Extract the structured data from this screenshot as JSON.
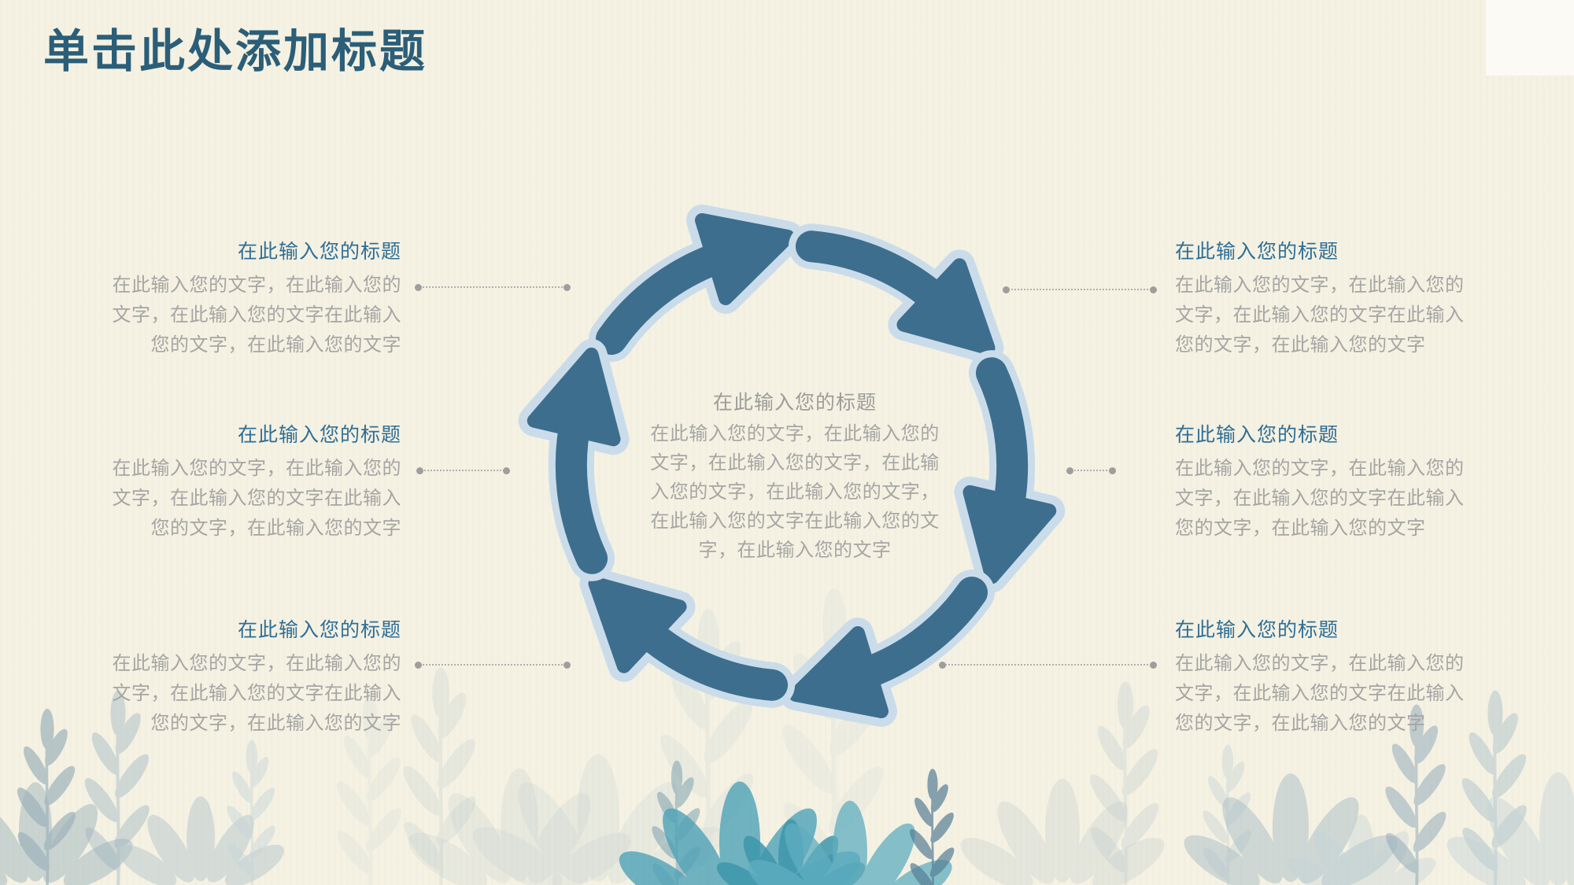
{
  "slide": {
    "title": "单击此处添加标题",
    "background_color": "#F5F2E3"
  },
  "cycle": {
    "center_title": "在此输入您的标题",
    "center_body": "在此输入您的文字，在此输入您的\n文字，在此输入您的文字，在此输\n入您的文字，在此输入您的文字，\n在此输入您的文字在此输入您的文\n字，在此输入您的文字",
    "arrow_count": 6,
    "direction": "clockwise",
    "arrow_color": "#3D6E8E",
    "arrow_outline_color": "#CADCEA"
  },
  "items": [
    {
      "position": "left-top",
      "title": "在此输入您的标题",
      "body": "在此输入您的文字，在此输入您的\n文字，在此输入您的文字在此输入\n您的文字，在此输入您的文字"
    },
    {
      "position": "left-middle",
      "title": "在此输入您的标题",
      "body": "在此输入您的文字，在此输入您的\n文字，在此输入您的文字在此输入\n您的文字，在此输入您的文字"
    },
    {
      "position": "left-bottom",
      "title": "在此输入您的标题",
      "body": "在此输入您的文字，在此输入您的\n文字，在此输入您的文字在此输入\n您的文字，在此输入您的文字"
    },
    {
      "position": "right-top",
      "title": "在此输入您的标题",
      "body": "在此输入您的文字，在此输入您的\n文字，在此输入您的文字在此输入\n您的文字，在此输入您的文字"
    },
    {
      "position": "right-middle",
      "title": "在此输入您的标题",
      "body": "在此输入您的文字，在此输入您的\n文字，在此输入您的文字在此输入\n您的文字，在此输入您的文字"
    },
    {
      "position": "right-bottom",
      "title": "在此输入您的标题",
      "body": "在此输入您的文字，在此输入您的\n文字，在此输入您的文字在此输入\n您的文字，在此输入您的文字"
    }
  ],
  "colors": {
    "slide_title": "#2B5E78",
    "item_title": "#2F6E95",
    "body_text": "#A5A5A3",
    "connector": "#AFAFAD",
    "plant_palette": [
      "#8FA8B5",
      "#A9BEC7",
      "#4FA3B8",
      "#5FAEC0",
      "#577E95",
      "#C2D1D5",
      "#B5C6CB"
    ]
  }
}
